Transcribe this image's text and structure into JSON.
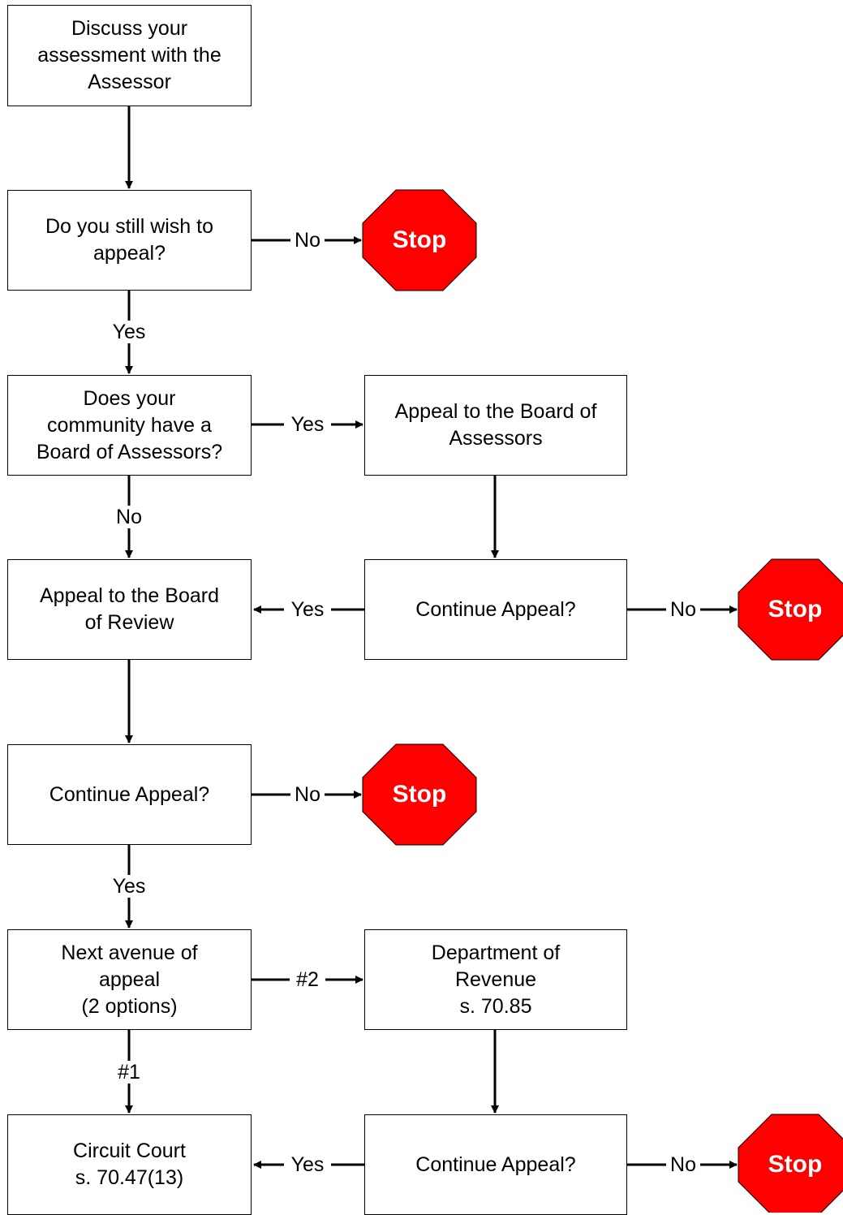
{
  "nodes": {
    "discuss": "Discuss your\nassessment with the\nAssessor",
    "still_wish": "Do you still wish to\nappeal?",
    "has_board": "Does your\ncommunity have a\nBoard of Assessors?",
    "appeal_board_assessors": "Appeal to the Board of\nAssessors",
    "appeal_board_review": "Appeal to the Board\nof Review",
    "continue_1": "Continue Appeal?",
    "continue_2": "Continue Appeal?",
    "next_avenue": "Next avenue of\nappeal\n(2 options)",
    "dept_revenue": "Department of\nRevenue\ns. 70.85",
    "circuit_court": "Circuit Court\ns. 70.47(13)",
    "continue_3": "Continue Appeal?"
  },
  "edge_labels": {
    "no": "No",
    "yes": "Yes",
    "option_1": "#1",
    "option_2": "#2"
  },
  "stop_label": "Stop",
  "colors": {
    "stop_fill": "#ff0000",
    "stop_text": "#ffffff",
    "line": "#000000"
  }
}
